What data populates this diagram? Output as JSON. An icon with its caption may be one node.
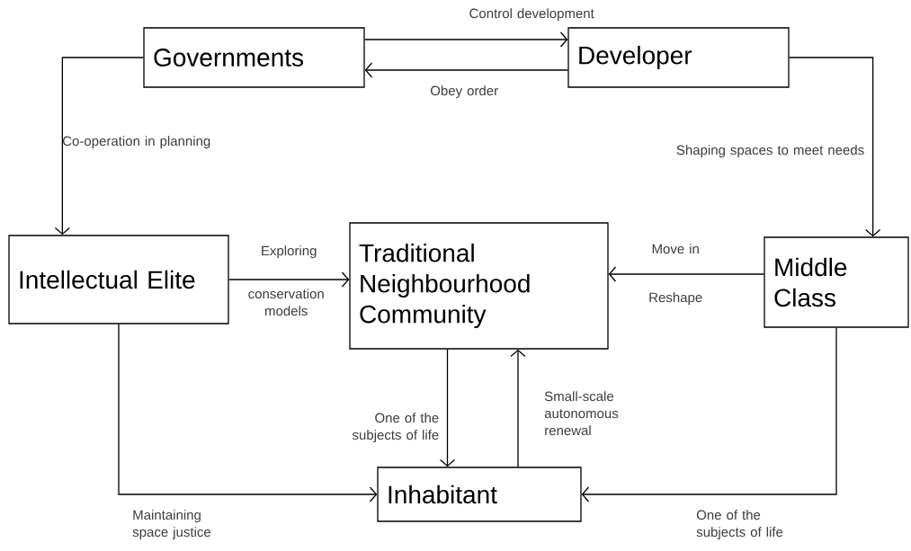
{
  "diagram": {
    "nodes": [
      {
        "text": [
          "Governments"
        ]
      },
      {
        "text": [
          "Developer"
        ]
      },
      {
        "text": [
          "Intellectual Elite"
        ]
      },
      {
        "text": [
          "Traditional Neighbourhood Community"
        ]
      },
      {
        "text": [
          "Middle Class"
        ]
      },
      {
        "text": [
          "Inhabitant"
        ]
      }
    ],
    "edges": [
      {
        "from": 0,
        "to": 1,
        "arrow": "to",
        "label": "Control development"
      },
      {
        "from": 1,
        "to": 0,
        "arrow": "to",
        "label": "Obey order"
      },
      {
        "from": 0,
        "to": 2,
        "arrow": "to",
        "label": "Co-operation in planning"
      },
      {
        "from": 1,
        "to": 4,
        "arrow": "to",
        "label": "Shaping spaces to meet needs"
      },
      {
        "from": 2,
        "to": 3,
        "arrow": "to",
        "label": "Exploring"
      },
      {
        "from": 4,
        "to": 3,
        "arrow": "to",
        "label": "Move in"
      },
      {
        "from": 3,
        "to": 5,
        "arrow": "to",
        "label": "One of the subjects of life"
      },
      {
        "from": 5,
        "to": 3,
        "arrow": "to",
        "label": "Small-scale autonomous renewal"
      },
      {
        "from": 2,
        "to": 5,
        "arrow": "to",
        "label": "Maintaining space justice"
      },
      {
        "from": 4,
        "to": 5,
        "arrow": "to",
        "label": "One of the subjects of life"
      }
    ],
    "labels": [
      "conservation models",
      "Reshape"
    ]
  }
}
